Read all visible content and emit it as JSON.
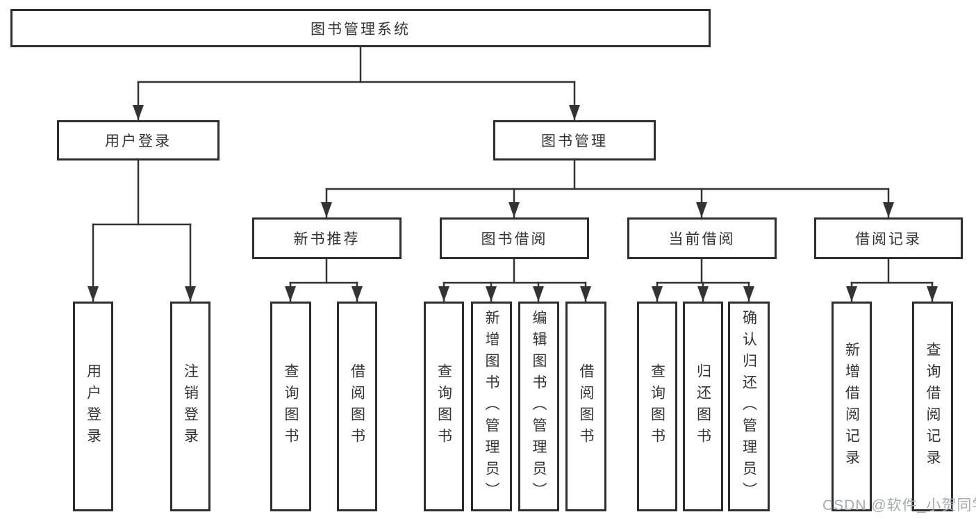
{
  "root": {
    "label": "图书管理系统"
  },
  "branches": {
    "user": {
      "label": "用户登录",
      "children": [
        {
          "label": "用户登录"
        },
        {
          "label": "注销登录"
        }
      ]
    },
    "books": {
      "label": "图书管理",
      "sections": [
        {
          "label": "新书推荐",
          "children": [
            {
              "label": "查询图书"
            },
            {
              "label": "借阅图书"
            }
          ]
        },
        {
          "label": "图书借阅",
          "children": [
            {
              "label": "查询图书"
            },
            {
              "label": "新增图书（管理员）"
            },
            {
              "label": "编辑图书（管理员）"
            },
            {
              "label": "借阅图书"
            }
          ]
        },
        {
          "label": "当前借阅",
          "children": [
            {
              "label": "查询图书"
            },
            {
              "label": "归还图书"
            },
            {
              "label": "确认归还（管理员）"
            }
          ]
        },
        {
          "label": "借阅记录",
          "children": [
            {
              "label": "新增借阅记录"
            },
            {
              "label": "查询借阅记录"
            }
          ]
        }
      ]
    }
  },
  "watermark": "CSDN @软件_小贺同学",
  "colors": {
    "line": "#333333",
    "box_border": "#2e2e2e",
    "text": "#333333",
    "watermark": "#a7aaaf",
    "background": "#ffffff"
  }
}
